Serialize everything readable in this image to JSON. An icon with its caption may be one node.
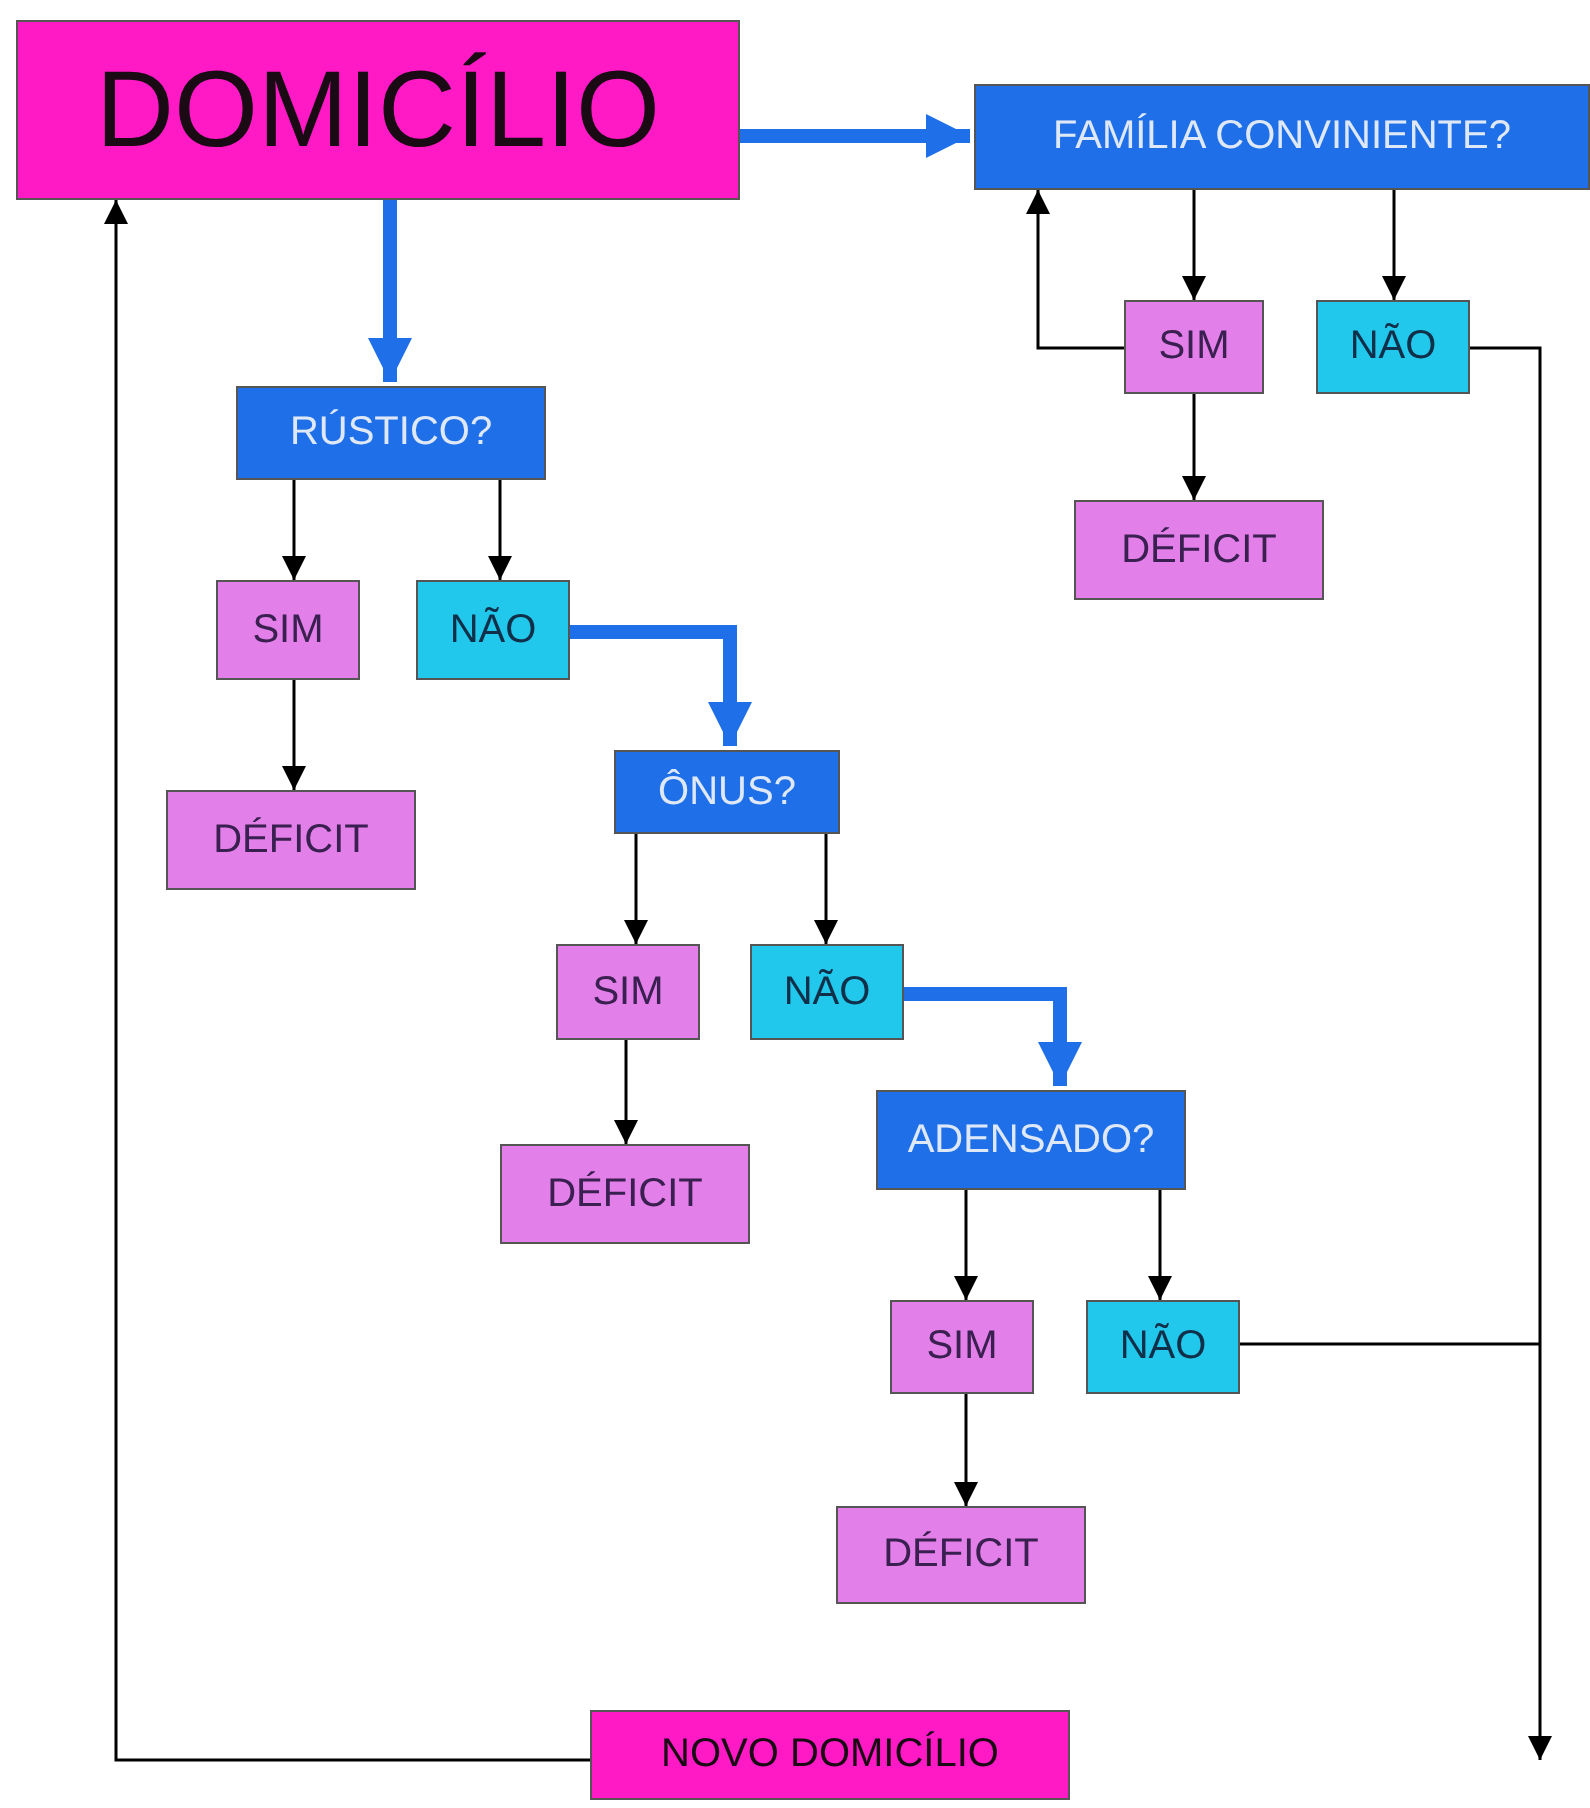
{
  "diagram": {
    "nodes": [
      {
        "text": [
          "DOMICÍLIO"
        ]
      },
      {
        "text": [
          "FAMÍLIA CONVINIENTE?"
        ]
      },
      {
        "text": [
          "SIM"
        ]
      },
      {
        "text": [
          "NÃO"
        ]
      },
      {
        "text": [
          "DÉFICIT"
        ]
      },
      {
        "text": [
          "RÚSTICO?"
        ]
      },
      {
        "text": [
          "SIM"
        ]
      },
      {
        "text": [
          "NÃO"
        ]
      },
      {
        "text": [
          "DÉFICIT"
        ]
      },
      {
        "text": [
          "ÔNUS?"
        ]
      },
      {
        "text": [
          "SIM"
        ]
      },
      {
        "text": [
          "NÃO"
        ]
      },
      {
        "text": [
          "DÉFICIT"
        ]
      },
      {
        "text": [
          "ADENSADO?"
        ]
      },
      {
        "text": [
          "SIM"
        ]
      },
      {
        "text": [
          "NÃO"
        ]
      },
      {
        "text": [
          "DÉFICIT"
        ]
      },
      {
        "text": [
          "NOVO DOMICÍLIO"
        ]
      }
    ],
    "edges": [
      {
        "from": 0,
        "to": 1,
        "arrow": "to",
        "style": "thick",
        "color": "#1e6fe8"
      },
      {
        "from": 1,
        "to": 2,
        "arrow": "to"
      },
      {
        "from": 1,
        "to": 3,
        "arrow": "to"
      },
      {
        "from": 2,
        "to": 1,
        "arrow": "to"
      },
      {
        "from": 2,
        "to": 4,
        "arrow": "to"
      },
      {
        "from": 3,
        "to": null,
        "arrow": "to"
      },
      {
        "from": 0,
        "to": 5,
        "arrow": "to",
        "style": "thick",
        "color": "#1e6fe8"
      },
      {
        "from": 5,
        "to": 6,
        "arrow": "to"
      },
      {
        "from": 5,
        "to": 7,
        "arrow": "to"
      },
      {
        "from": 6,
        "to": 8,
        "arrow": "to"
      },
      {
        "from": 7,
        "to": 9,
        "arrow": "to",
        "style": "thick",
        "color": "#1e6fe8"
      },
      {
        "from": 9,
        "to": 10,
        "arrow": "to"
      },
      {
        "from": 9,
        "to": 11,
        "arrow": "to"
      },
      {
        "from": 10,
        "to": 12,
        "arrow": "to"
      },
      {
        "from": 11,
        "to": 13,
        "arrow": "to",
        "style": "thick",
        "color": "#1e6fe8"
      },
      {
        "from": 13,
        "to": 14,
        "arrow": "to"
      },
      {
        "from": 13,
        "to": 15,
        "arrow": "to"
      },
      {
        "from": 14,
        "to": 16,
        "arrow": "to"
      },
      {
        "from": 15,
        "to": null,
        "arrow": "none"
      },
      {
        "from": 17,
        "to": 0,
        "arrow": "to"
      }
    ]
  }
}
